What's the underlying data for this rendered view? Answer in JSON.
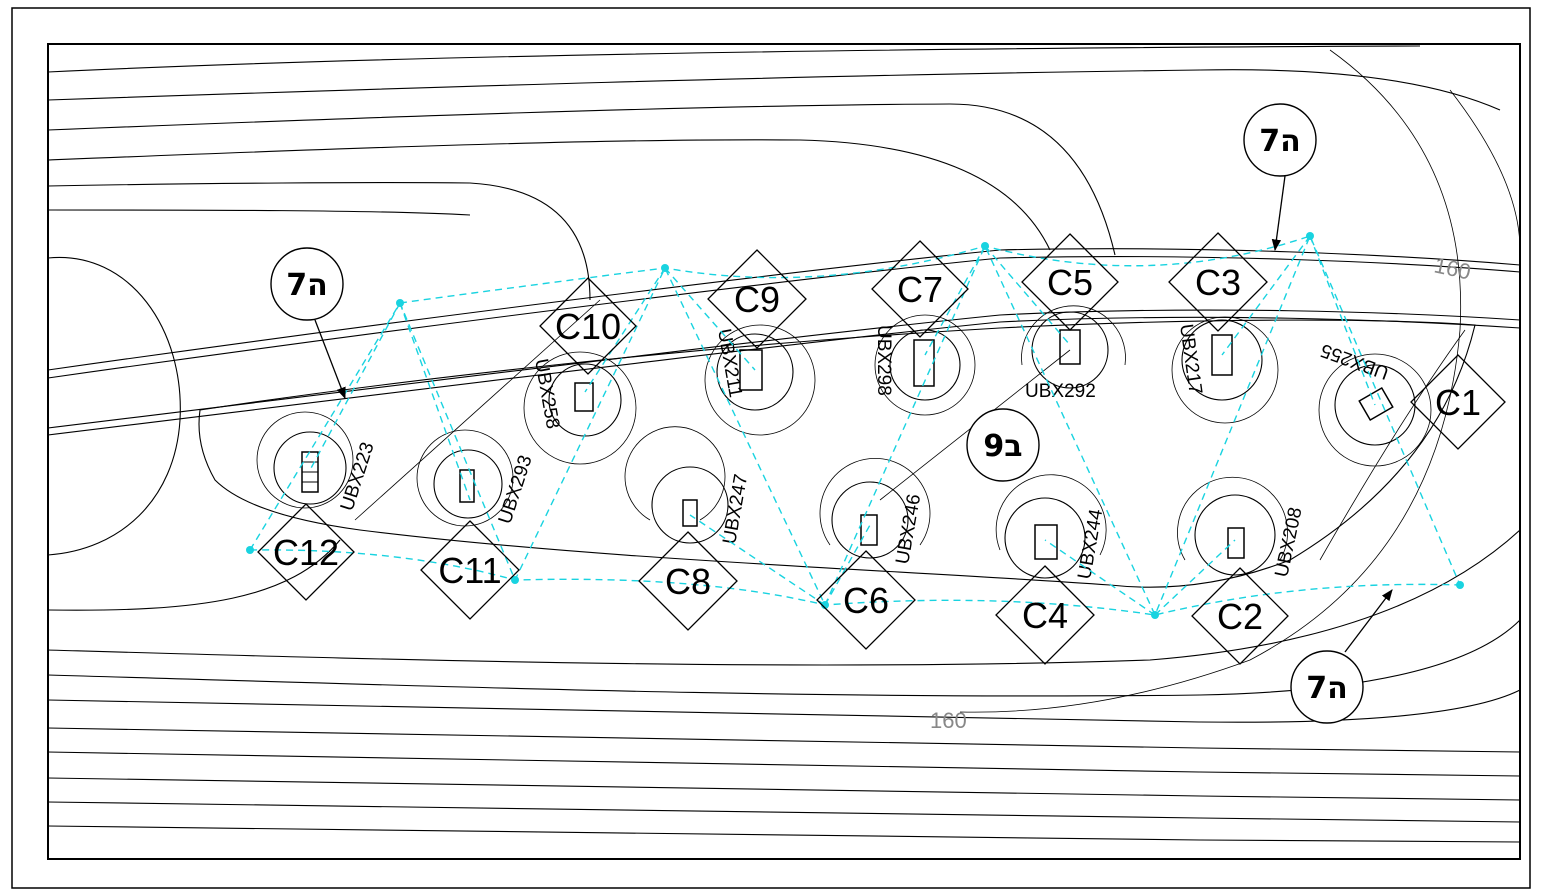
{
  "diagram": {
    "callouts": [
      {
        "id": "C1",
        "label": "C1"
      },
      {
        "id": "C2",
        "label": "C2"
      },
      {
        "id": "C3",
        "label": "C3"
      },
      {
        "id": "C4",
        "label": "C4"
      },
      {
        "id": "C5",
        "label": "C5"
      },
      {
        "id": "C6",
        "label": "C6"
      },
      {
        "id": "C7",
        "label": "C7"
      },
      {
        "id": "C8",
        "label": "C8"
      },
      {
        "id": "C9",
        "label": "C9"
      },
      {
        "id": "C10",
        "label": "C10"
      },
      {
        "id": "C11",
        "label": "C11"
      },
      {
        "id": "C12",
        "label": "C12"
      }
    ],
    "fixtures": [
      {
        "label": "UBX223"
      },
      {
        "label": "UBX293"
      },
      {
        "label": "UBX258"
      },
      {
        "label": "UBX247"
      },
      {
        "label": "UBX211"
      },
      {
        "label": "UBX246"
      },
      {
        "label": "UBX298"
      },
      {
        "label": "UBX292"
      },
      {
        "label": "UBX244"
      },
      {
        "label": "UBX217"
      },
      {
        "label": "UBX208"
      },
      {
        "label": "UBX255"
      }
    ],
    "zone_tags": [
      {
        "label": "ה7"
      },
      {
        "label": "ה7"
      },
      {
        "label": "ה7"
      },
      {
        "label": "ב9"
      }
    ],
    "dimensions": [
      {
        "label": "160"
      },
      {
        "label": "160"
      }
    ]
  }
}
